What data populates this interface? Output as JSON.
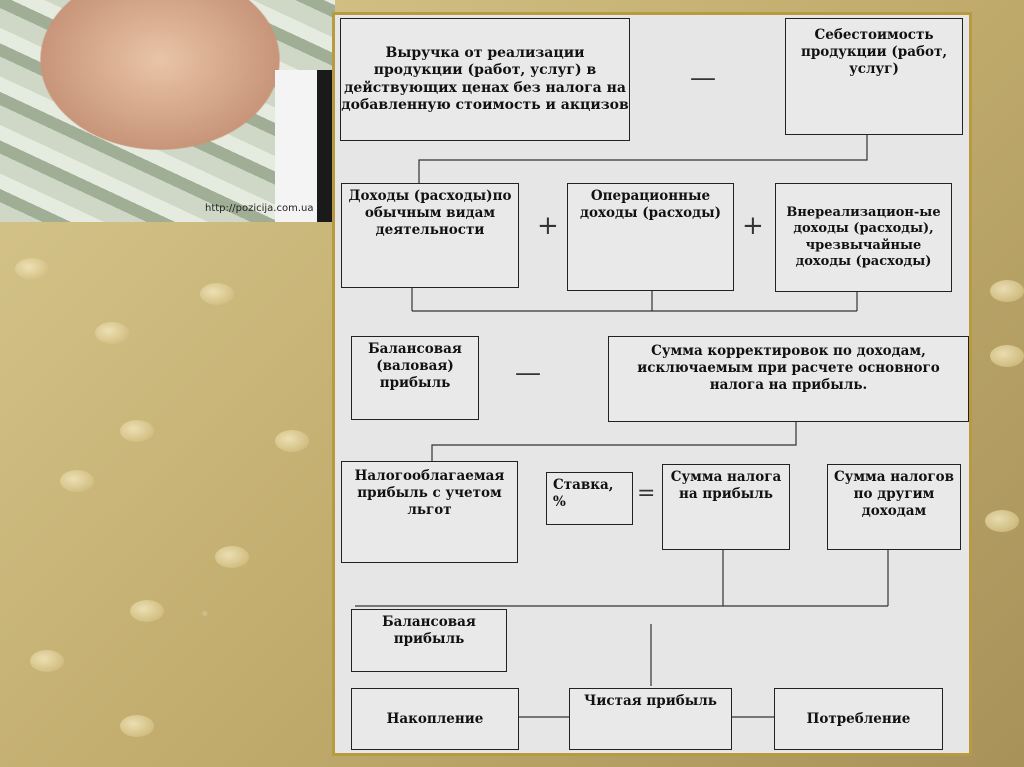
{
  "photo": {
    "url_text": "http://pozicija.com.ua"
  },
  "diagram": {
    "revenue": "Выручка от реализации продукции (работ, услуг) в действующих ценах без налога на добавленную стоимость и акцизов",
    "cost": "Себестоимость продукции (работ, услуг)",
    "ordinary": "Доходы (расходы)по обычным видам деятельности",
    "operating": "Операционные доходы (расходы)",
    "nonoperating": "Внереализацион-ые доходы (расходы), чрезвычайные доходы (расходы)",
    "balance1": "Балансовая (валовая) прибыль",
    "adjustments": "Сумма корректировок по доходам, исключаемым при расчете основного налога на прибыль.",
    "taxable": "Налогооблагаемая прибыль с учетом льгот",
    "rate": "Ставка, %",
    "profit_tax": "Сумма налога на прибыль",
    "other_tax": "Сумма налогов по другим доходам",
    "balance2": "Балансовая прибыль",
    "accumulation": "Накопление",
    "net": "Чистая прибыль",
    "consumption": "Потребление",
    "minus": "—",
    "plus": "+",
    "equals": "="
  }
}
